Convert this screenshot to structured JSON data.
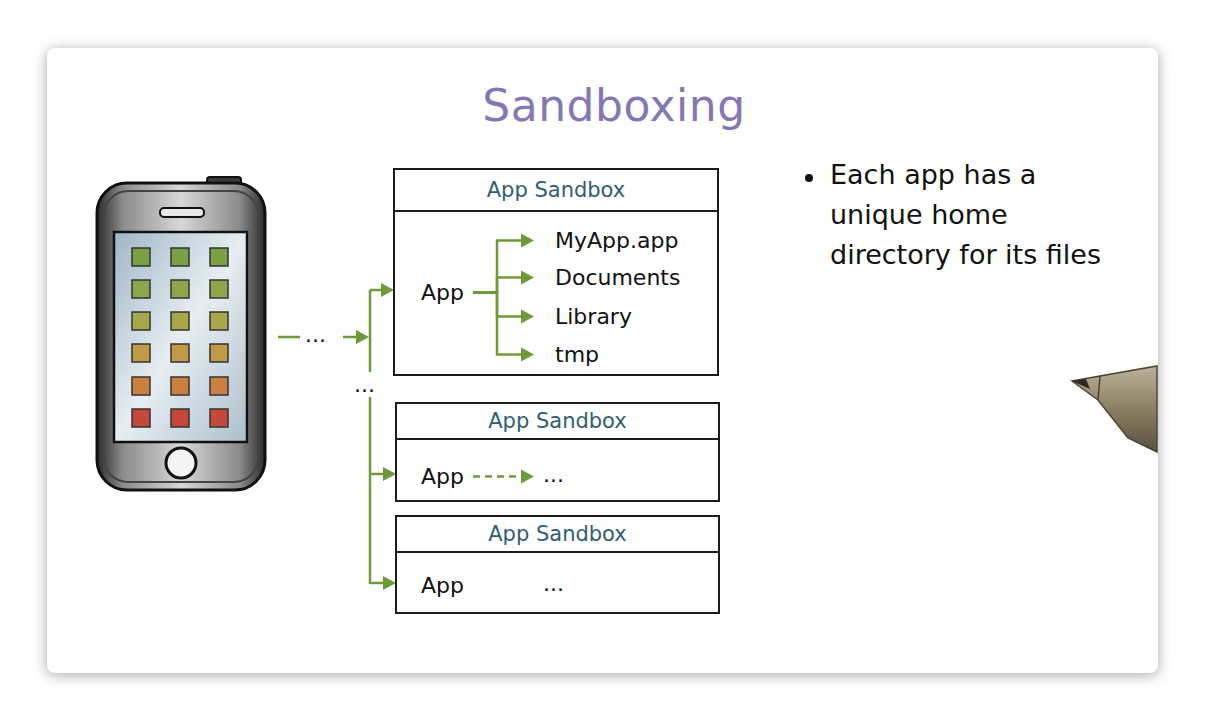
{
  "diagram": {
    "title": "Sandboxing",
    "nodes": [
      {
        "text": [
          "App Sandbox"
        ]
      },
      {
        "text": [
          "App"
        ],
        "in": 0
      },
      {
        "text": [
          "MyApp.app"
        ],
        "in": 0
      },
      {
        "text": [
          "Documents"
        ],
        "in": 0
      },
      {
        "text": [
          "Library"
        ],
        "in": 0
      },
      {
        "text": [
          "tmp"
        ],
        "in": 0
      },
      {
        "text": [
          "App Sandbox"
        ]
      },
      {
        "text": [
          "App"
        ],
        "in": 6
      },
      {
        "text": [
          "..."
        ],
        "in": 6
      },
      {
        "text": [
          "App Sandbox"
        ]
      },
      {
        "text": [
          "App"
        ],
        "in": 9
      },
      {
        "text": [
          "..."
        ],
        "in": 9
      }
    ],
    "edges": [
      {
        "from": 1,
        "to": 2,
        "arrow": "to"
      },
      {
        "from": 1,
        "to": 3,
        "arrow": "to"
      },
      {
        "from": 1,
        "to": 4,
        "arrow": "to"
      },
      {
        "from": 1,
        "to": 5,
        "arrow": "to"
      },
      {
        "from": 7,
        "to": 8,
        "arrow": "to"
      }
    ],
    "labels": [
      "...",
      "...",
      "Each app has a unique home directory for its files"
    ]
  }
}
